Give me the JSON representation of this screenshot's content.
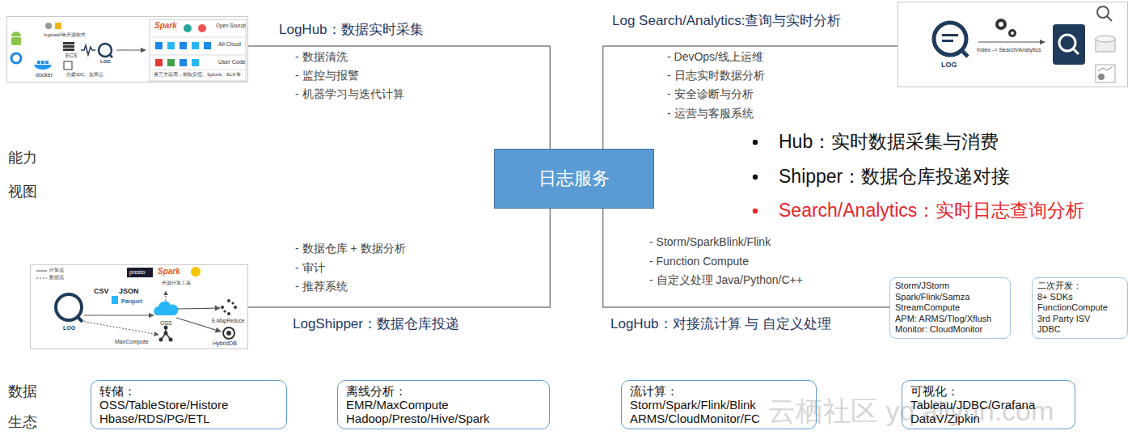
{
  "diagram": {
    "nodes": [
      {
        "text": [
          "Spark",
          "Open Source",
          "Ali Cloud",
          "User Code",
          "第三方应用，例如安恒、Splunk、ELK等",
          "logstash等开源软件",
          "ECS",
          "docker",
          "自建IDC、友商云",
          "LOG"
        ]
      },
      {
        "text": [
          "LOG",
          "Index -> Search/Analytics"
        ]
      },
      {
        "text": [
          "日志服务"
        ]
      },
      {
        "text": [
          "计算流",
          "数据流",
          "presto",
          "Spark",
          "开源计算工具",
          "CSV",
          "JSON",
          "Parquet",
          "OSS",
          "E-MapReduce",
          "MaxCompute",
          "HybridDB",
          "LOG"
        ]
      },
      {
        "text": [
          "Storm/JStorm",
          "Spark/Flink/Samza",
          "StreamCompute",
          "APM: ARMS/Tlog/Xflush",
          "Monitor: CloudMonitor"
        ]
      },
      {
        "text": [
          "二次开发：",
          "8+ SDKs",
          "FunctionCompute",
          "3rd Party ISV",
          "JDBC"
        ]
      },
      {
        "text": [
          "转储：",
          "OSS/TableStore/Histore",
          "Hbase/RDS/PG/ETL"
        ]
      },
      {
        "text": [
          "离线分析：",
          "EMR/MaxCompute",
          "Hadoop/Presto/Hive/Spark"
        ]
      },
      {
        "text": [
          "流计算：",
          "Storm/Spark/Flink/Blink",
          "ARMS/CloudMonitor/FC"
        ]
      },
      {
        "text": [
          "可视化：",
          "Tableau/JDBC/Grafana",
          "DataV/Zipkin"
        ]
      }
    ],
    "edges": [
      {
        "from": 2,
        "to": 0,
        "arrow": "none"
      },
      {
        "from": 2,
        "to": 1,
        "arrow": "none"
      },
      {
        "from": 2,
        "to": 3,
        "arrow": "none"
      },
      {
        "from": 2,
        "to": 4,
        "arrow": "none"
      }
    ],
    "labels": [
      "LogHub：数据实时采集",
      "- 数据清洗",
      "- 监控与报警",
      "- 机器学习与迭代计算",
      "Log Search/Analytics:查询与实时分析",
      "- DevOps/线上运维",
      "- 日志实时数据分析",
      "- 安全诊断与分析",
      "- 运营与客服系统",
      "Hub：实时数据采集与消费",
      "Shipper：数据仓库投递对接",
      "Search/Analytics：实时日志查询分析",
      "能力 视图",
      "- 数据仓库 + 数据分析",
      "- 审计",
      "- 推荐系统",
      "LogShipper：数据仓库投递",
      "- Storm/SparkBlink/Flink",
      "- Function Compute",
      "- 自定义处理 Java/Python/C++",
      "LogHub：对接流计算 与 自定义处理",
      "数据 生态",
      "云栖社区 yq.aliyun.com"
    ]
  }
}
